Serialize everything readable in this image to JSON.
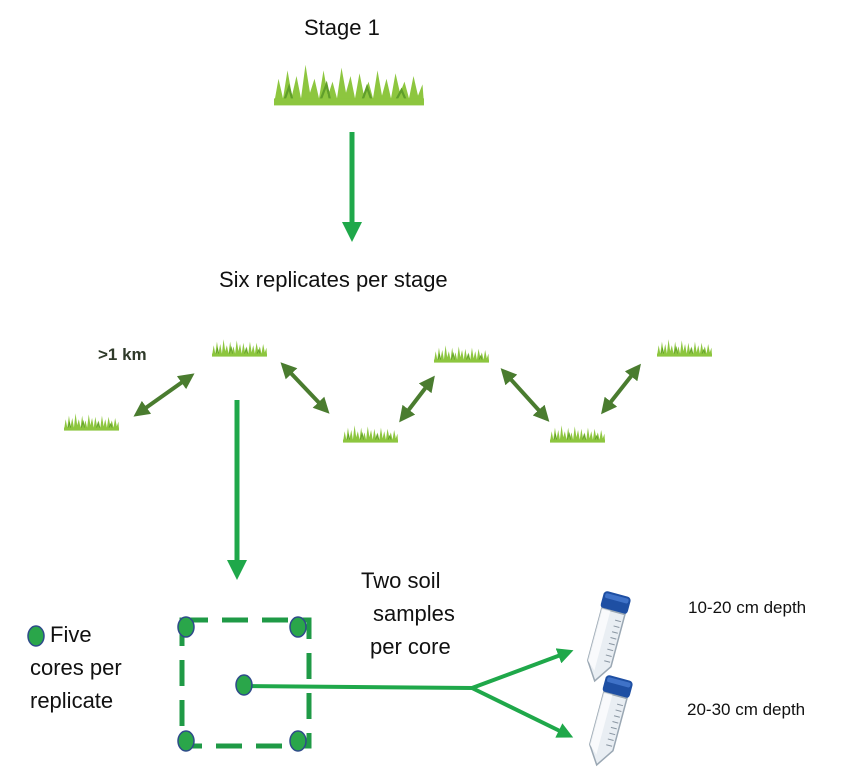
{
  "stage_label": "Stage 1",
  "replicates_label": "Six replicates per stage",
  "distance_label": ">1 km",
  "legend": {
    "line1": "Five",
    "line2": "cores per",
    "line3": "replicate"
  },
  "samples": {
    "line1": "Two soil",
    "line2": "samples",
    "line3": "per core"
  },
  "depth_top": "10-20 cm depth",
  "depth_bottom": "20-30 cm depth",
  "colors": {
    "grass": "#8dc63f",
    "grass_dark": "#5f9e2a",
    "arrow_bright": "#1fa84a",
    "arrow_dark": "#4a7c2f",
    "box": "#1f9a46",
    "core_fill": "#2aa64a",
    "core_stroke": "#2e4a8a",
    "tube_cap": "#1e4fa3"
  }
}
